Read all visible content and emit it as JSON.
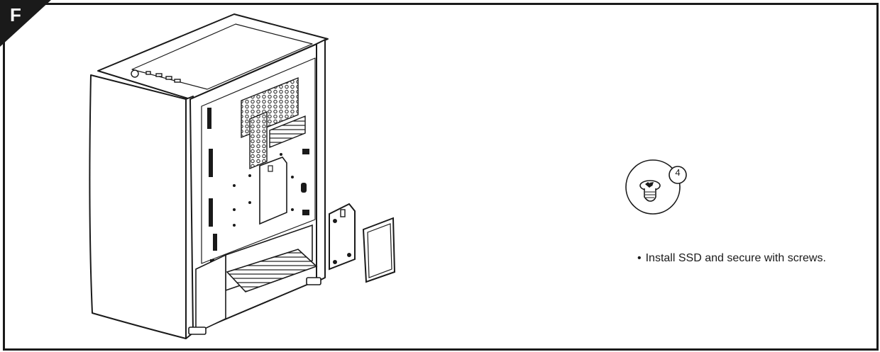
{
  "step": {
    "label": "F"
  },
  "screw_callout": {
    "icon": "screw-icon",
    "quantity": "4"
  },
  "instruction": {
    "bullet": "•",
    "text": "Install SSD and secure with screws."
  },
  "colors": {
    "line": "#1a1a1a",
    "badge": "#1a1a1a",
    "background": "#ffffff"
  }
}
